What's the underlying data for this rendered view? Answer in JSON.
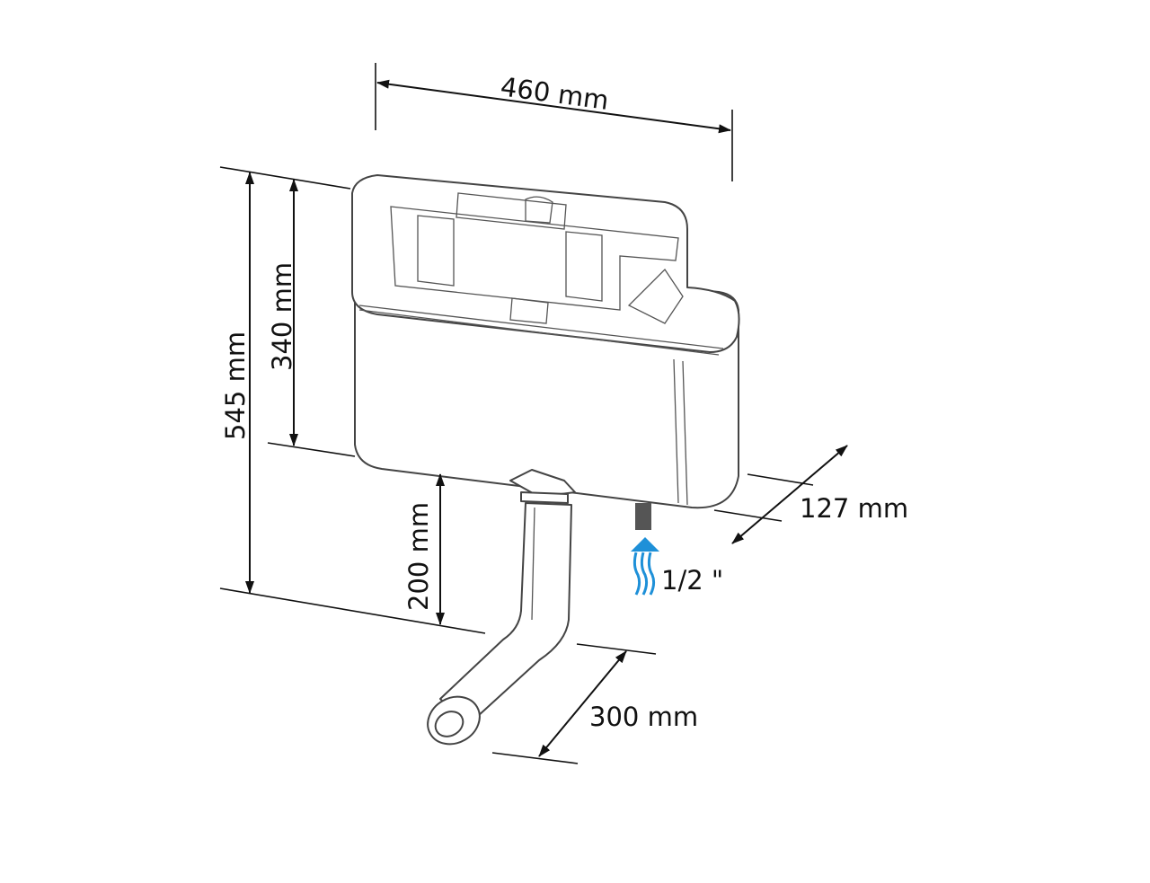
{
  "diagram": {
    "dimensions": {
      "width": "460 mm",
      "total_height": "545 mm",
      "tank_height": "340 mm",
      "outlet_drop": "200 mm",
      "depth": "127 mm",
      "pipe_offset": "300 mm",
      "inlet": "1/2 \""
    },
    "colors": {
      "line": "#111111",
      "inlet_arrow": "#1e90d8"
    },
    "icons": [
      "water-inlet-arrow-icon"
    ]
  }
}
